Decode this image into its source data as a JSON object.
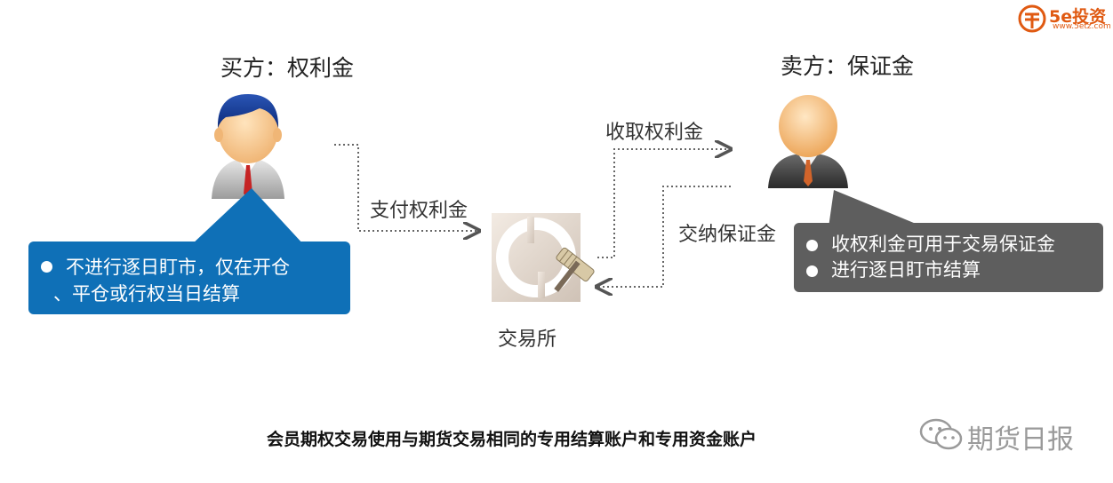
{
  "logo": {
    "brand": "5e投资",
    "url": "www.5etz.com"
  },
  "buyer": {
    "title": "买方：权利金"
  },
  "seller": {
    "title": "卖方：保证金"
  },
  "exchange": {
    "label": "交易所"
  },
  "flows": {
    "pay_premium": "支付权利金",
    "receive_premium": "收取权利金",
    "pay_margin": "交纳保证金"
  },
  "buyer_note": {
    "lines": [
      "不进行逐日盯市，仅在开仓",
      "、平仓或行权当日结算"
    ]
  },
  "seller_note": {
    "items": [
      "收权利金可用于交易保证金",
      "进行逐日盯市结算"
    ]
  },
  "caption": "会员期权交易使用与期货交易相同的专用结算账户和专用资金账户",
  "watermark": "期货日报",
  "colors": {
    "buyer_callout": "#0f70b7",
    "seller_callout": "#5e5e5e",
    "brand": "#e05a12"
  }
}
